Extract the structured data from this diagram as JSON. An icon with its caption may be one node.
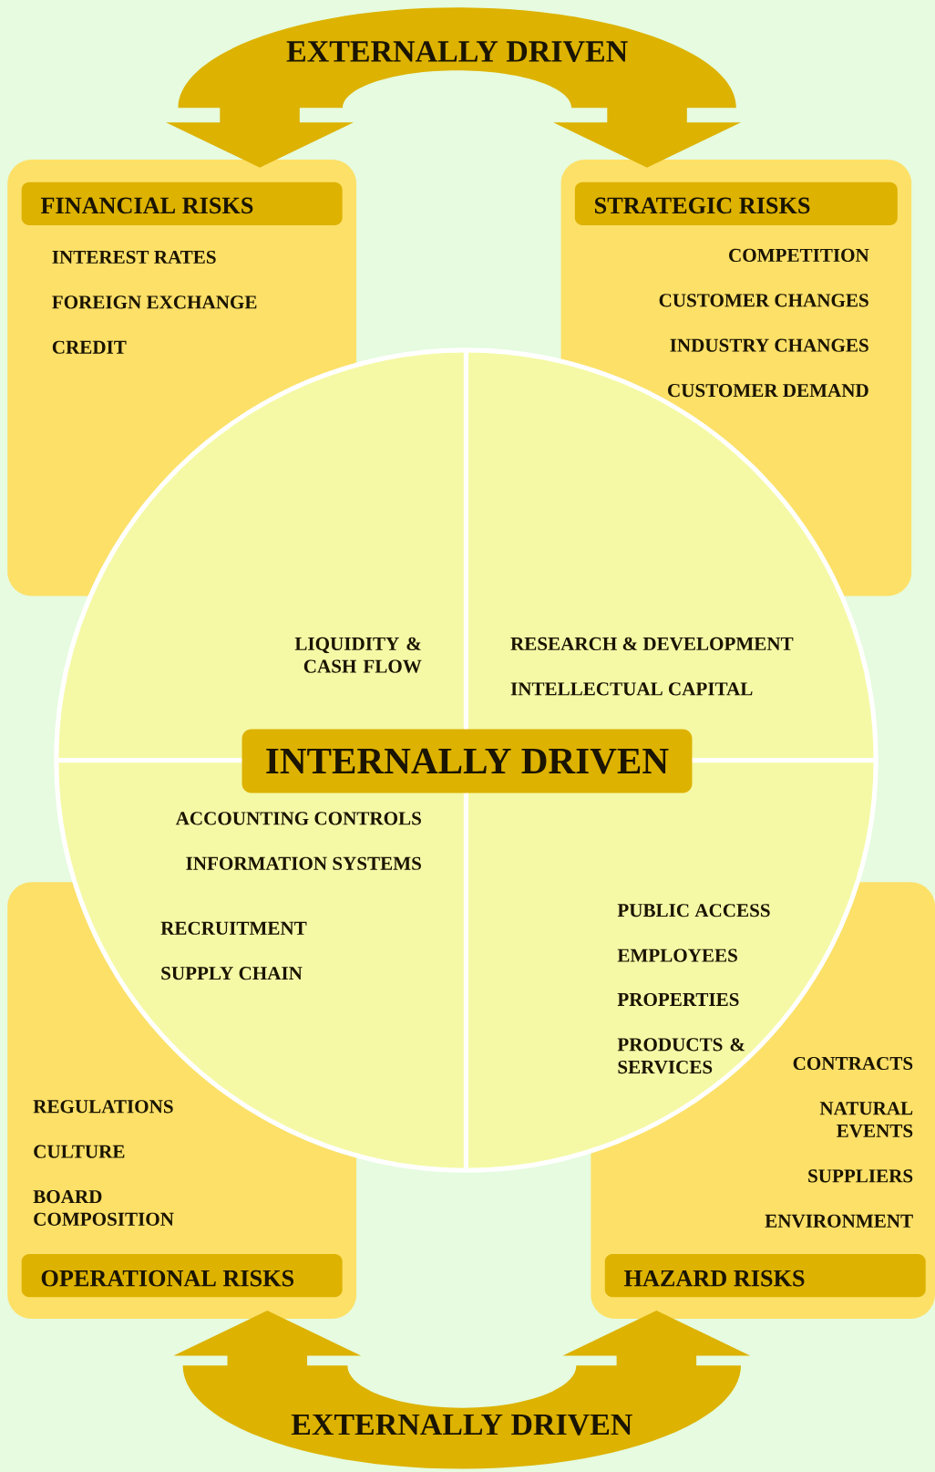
{
  "diagram": {
    "nodes": [
      {
        "text": [
          "FINANCIAL RISKS",
          "INTEREST RATES",
          "FOREIGN EXCHANGE",
          "CREDIT"
        ]
      },
      {
        "text": [
          "STRATEGIC RISKS",
          "COMPETITION",
          "CUSTOMER CHANGES",
          "INDUSTRY CHANGES",
          "CUSTOMER DEMAND"
        ]
      },
      {
        "text": [
          "RECRUITMENT",
          "SUPPLY CHAIN",
          "REGULATIONS",
          "CULTURE",
          "BOARD COMPOSITION",
          "OPERATIONAL RISKS"
        ]
      },
      {
        "text": [
          "PUBLIC ACCESS",
          "EMPLOYEES",
          "PROPERTIES",
          "PRODUCTS & SERVICES",
          "CONTRACTS",
          "NATURAL EVENTS",
          "SUPPLIERS",
          "ENVIRONMENT",
          "HAZARD RISKS"
        ]
      },
      {
        "text": [
          "LIQUIDITY & CASH FLOW",
          "RESEARCH & DEVELOPMENT",
          "INTELLECTUAL CAPITAL",
          "ACCOUNTING CONTROLS",
          "INFORMATION SYSTEMS"
        ]
      },
      {
        "text": [
          "INTERNALLY DRIVEN"
        ],
        "in": 4
      },
      {
        "text": [
          "EXTERNALLY DRIVEN"
        ]
      },
      {
        "text": [
          "EXTERNALLY DRIVEN"
        ]
      }
    ],
    "edges": [
      {
        "from": 6,
        "to": 0,
        "arrow": "to"
      },
      {
        "from": 6,
        "to": 1,
        "arrow": "to"
      },
      {
        "from": 7,
        "to": 2,
        "arrow": "to"
      },
      {
        "from": 7,
        "to": 3,
        "arrow": "to"
      }
    ]
  }
}
